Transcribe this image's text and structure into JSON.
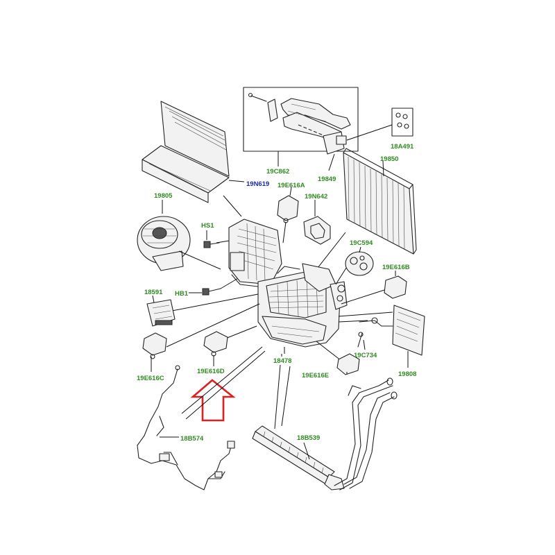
{
  "colors": {
    "label_green": "#2e8b1f",
    "label_blue": "#1a2aa8",
    "arrow": "#e02020",
    "line": "#111111"
  },
  "labels": {
    "l_19c862": "19C862",
    "l_18a491": "18A491",
    "l_19850": "19850",
    "l_19849": "19849",
    "l_19n619": "19N619",
    "l_19805": "19805",
    "l_19e616a": "19E616A",
    "l_19n642": "19N642",
    "l_hs1": "HS1",
    "l_19c594": "19C594",
    "l_19e616b": "19E616B",
    "l_18591": "18591",
    "l_hb1": "HB1",
    "l_19e616c": "19E616C",
    "l_19e616d": "19E616D",
    "l_18478": "18478",
    "l_19c734": "19C734",
    "l_19e616e": "19E616E",
    "l_19808": "19808",
    "l_18b574": "18B574",
    "l_18b539": "18B539"
  }
}
